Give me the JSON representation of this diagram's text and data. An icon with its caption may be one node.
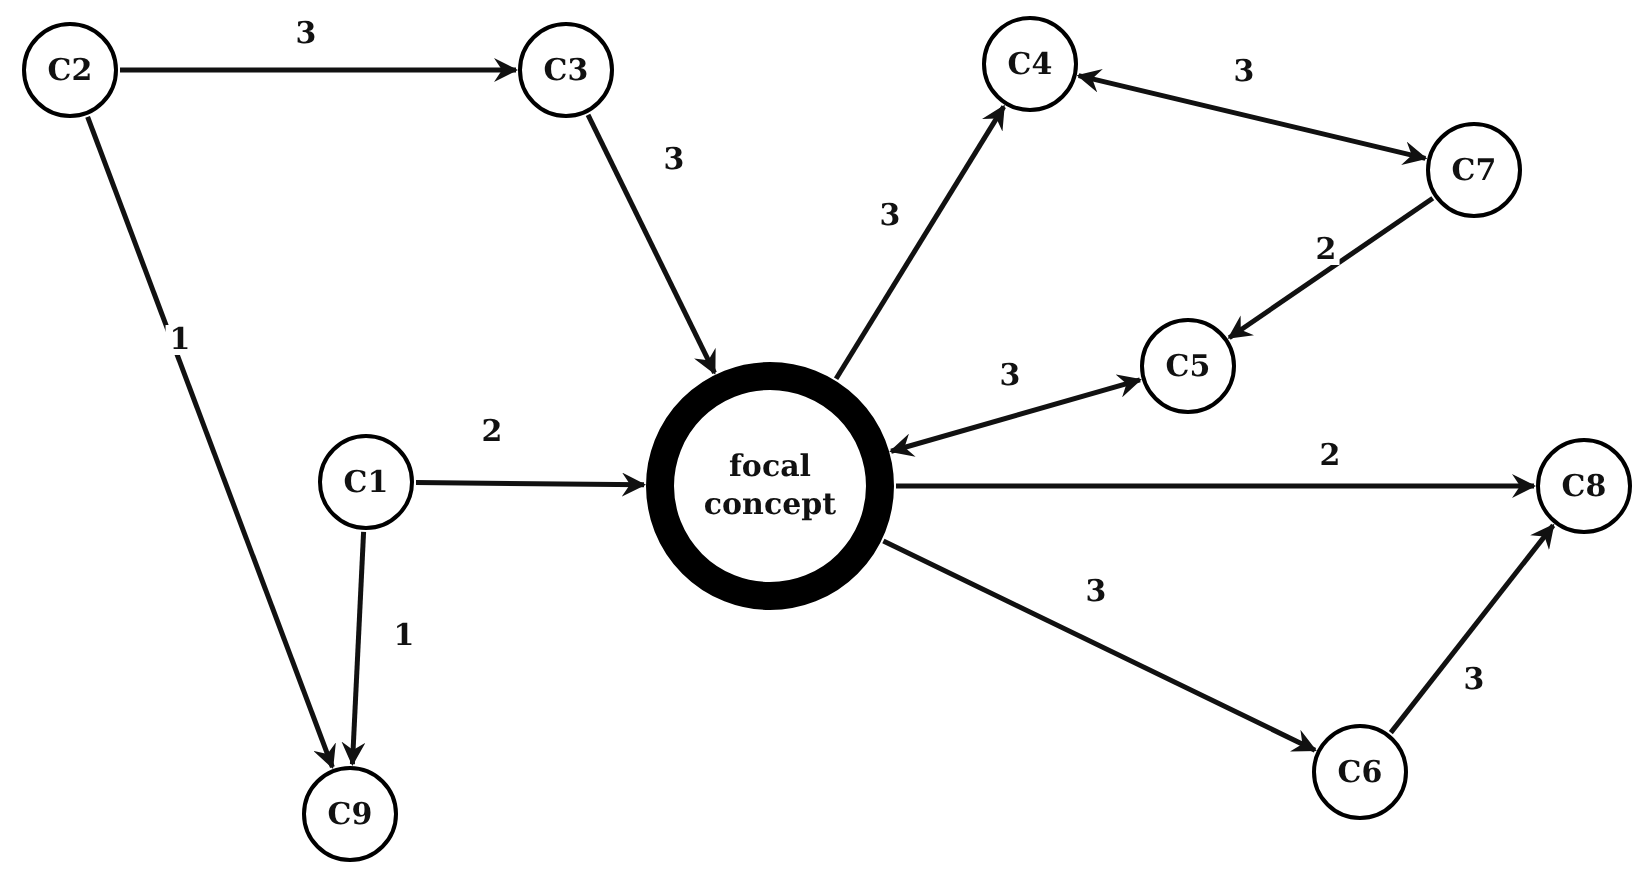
{
  "diagram": {
    "nodes": [
      {
        "text": [
          "C2"
        ]
      },
      {
        "text": [
          "C3"
        ]
      },
      {
        "text": [
          "C4"
        ]
      },
      {
        "text": [
          "C7"
        ]
      },
      {
        "text": [
          "C5"
        ]
      },
      {
        "text": [
          "C1"
        ]
      },
      {
        "text": [
          "focal concept"
        ]
      },
      {
        "text": [
          "C8"
        ]
      },
      {
        "text": [
          "C6"
        ]
      },
      {
        "text": [
          "C9"
        ]
      }
    ],
    "edges": [
      {
        "from": 0,
        "to": 1,
        "arrow": "to",
        "label": "3"
      },
      {
        "from": 1,
        "to": 6,
        "arrow": "to",
        "label": "3"
      },
      {
        "from": 6,
        "to": 2,
        "arrow": "to",
        "label": "3"
      },
      {
        "from": 2,
        "to": 3,
        "arrow": "both",
        "label": "3"
      },
      {
        "from": 3,
        "to": 4,
        "arrow": "to",
        "label": "2"
      },
      {
        "from": 6,
        "to": 4,
        "arrow": "both",
        "label": "3"
      },
      {
        "from": 5,
        "to": 6,
        "arrow": "to",
        "label": "2"
      },
      {
        "from": 6,
        "to": 7,
        "arrow": "to",
        "label": "2"
      },
      {
        "from": 6,
        "to": 8,
        "arrow": "to",
        "label": "3"
      },
      {
        "from": 8,
        "to": 7,
        "arrow": "to",
        "label": "3"
      },
      {
        "from": 0,
        "to": 9,
        "arrow": "to",
        "label": "1"
      },
      {
        "from": 5,
        "to": 9,
        "arrow": "to",
        "label": "1"
      }
    ]
  }
}
